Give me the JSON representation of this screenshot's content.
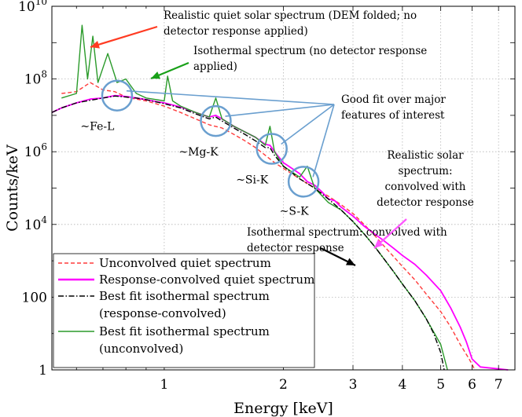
{
  "chart_data": {
    "type": "line",
    "xlabel": "Energy [keV]",
    "ylabel": "Counts/keV",
    "xscale": "log",
    "yscale": "log",
    "xlim": [
      0.52,
      7.7
    ],
    "ylim": [
      1,
      10000000000
    ],
    "grid": true,
    "legend_position": "bottom-left",
    "x_ticks": [
      {
        "value": 1,
        "label": "1"
      },
      {
        "value": 2,
        "label": "2"
      },
      {
        "value": 3,
        "label": "3"
      },
      {
        "value": 4,
        "label": "4"
      },
      {
        "value": 5,
        "label": "5"
      },
      {
        "value": 6,
        "label": "6"
      },
      {
        "value": 7,
        "label": "7"
      }
    ],
    "y_ticks": [
      {
        "value": 1,
        "label": "1"
      },
      {
        "value": 100,
        "label": "100"
      },
      {
        "value": 10000,
        "label": "10",
        "exp": "4"
      },
      {
        "value": 1000000,
        "label": "10",
        "exp": "6"
      },
      {
        "value": 100000000,
        "label": "10",
        "exp": "8"
      },
      {
        "value": 10000000000,
        "label": "10",
        "exp": "10"
      }
    ],
    "series": [
      {
        "name": "Unconvolved quiet spectrum",
        "color": "#ff3b3b",
        "style": "dashed",
        "points": [
          [
            0.55,
            40000000
          ],
          [
            0.6,
            45000000
          ],
          [
            0.65,
            80000000
          ],
          [
            0.7,
            50000000
          ],
          [
            0.75,
            45000000
          ],
          [
            0.8,
            32000000
          ],
          [
            0.85,
            28000000
          ],
          [
            0.9,
            25000000
          ],
          [
            1.0,
            18000000
          ],
          [
            1.1,
            12000000
          ],
          [
            1.2,
            8000000
          ],
          [
            1.3,
            5500000
          ],
          [
            1.4,
            4500000
          ],
          [
            1.5,
            3000000
          ],
          [
            1.6,
            2000000
          ],
          [
            1.7,
            1300000
          ],
          [
            1.8,
            800000
          ],
          [
            1.9,
            500000
          ],
          [
            2.0,
            350000
          ],
          [
            2.2,
            180000
          ],
          [
            2.4,
            100000
          ],
          [
            2.6,
            60000
          ],
          [
            2.8,
            35000
          ],
          [
            3.0,
            20000
          ],
          [
            3.2,
            10000
          ],
          [
            3.4,
            5000
          ],
          [
            3.6,
            2500
          ],
          [
            3.8,
            1300
          ],
          [
            4.0,
            700
          ],
          [
            4.3,
            300
          ],
          [
            4.6,
            120
          ],
          [
            5.0,
            40
          ],
          [
            5.3,
            15
          ],
          [
            5.6,
            5
          ],
          [
            5.9,
            2
          ],
          [
            6.1,
            1
          ]
        ]
      },
      {
        "name": "Response-convolved quiet spectrum",
        "color": "#ff00ff",
        "style": "solid",
        "points": [
          [
            0.52,
            12000000
          ],
          [
            0.55,
            16000000
          ],
          [
            0.6,
            22000000
          ],
          [
            0.65,
            28000000
          ],
          [
            0.7,
            30000000
          ],
          [
            0.75,
            35000000
          ],
          [
            0.8,
            33000000
          ],
          [
            0.85,
            30000000
          ],
          [
            0.9,
            27000000
          ],
          [
            0.95,
            24000000
          ],
          [
            1.0,
            22000000
          ],
          [
            1.1,
            17000000
          ],
          [
            1.2,
            12000000
          ],
          [
            1.3,
            9000000
          ],
          [
            1.35,
            10000000
          ],
          [
            1.4,
            8000000
          ],
          [
            1.5,
            5000000
          ],
          [
            1.6,
            3500000
          ],
          [
            1.7,
            2500000
          ],
          [
            1.8,
            1600000
          ],
          [
            1.85,
            1500000
          ],
          [
            1.9,
            1000000
          ],
          [
            2.0,
            500000
          ],
          [
            2.1,
            350000
          ],
          [
            2.2,
            250000
          ],
          [
            2.3,
            150000
          ],
          [
            2.4,
            120000
          ],
          [
            2.5,
            80000
          ],
          [
            2.6,
            50000
          ],
          [
            2.7,
            45000
          ],
          [
            2.8,
            30000
          ],
          [
            3.0,
            17000
          ],
          [
            3.2,
            9000
          ],
          [
            3.4,
            5500
          ],
          [
            3.6,
            3500
          ],
          [
            3.8,
            2200
          ],
          [
            4.0,
            1400
          ],
          [
            4.3,
            800
          ],
          [
            4.6,
            400
          ],
          [
            5.0,
            150
          ],
          [
            5.3,
            50
          ],
          [
            5.6,
            15
          ],
          [
            5.8,
            6
          ],
          [
            6.0,
            2
          ],
          [
            6.3,
            1.2
          ],
          [
            7.4,
            1
          ]
        ]
      },
      {
        "name": "Best fit isothermal spectrum (response-convolved)",
        "color": "#000000",
        "style": "dashdot",
        "points": [
          [
            0.52,
            12000000
          ],
          [
            0.55,
            16000000
          ],
          [
            0.6,
            22000000
          ],
          [
            0.65,
            26000000
          ],
          [
            0.7,
            30000000
          ],
          [
            0.75,
            34000000
          ],
          [
            0.8,
            32000000
          ],
          [
            0.85,
            30000000
          ],
          [
            0.9,
            27000000
          ],
          [
            1.0,
            21000000
          ],
          [
            1.1,
            16000000
          ],
          [
            1.2,
            11000000
          ],
          [
            1.3,
            8000000
          ],
          [
            1.35,
            9000000
          ],
          [
            1.4,
            7000000
          ],
          [
            1.5,
            4500000
          ],
          [
            1.6,
            3000000
          ],
          [
            1.7,
            2000000
          ],
          [
            1.8,
            1300000
          ],
          [
            1.85,
            1300000
          ],
          [
            1.9,
            800000
          ],
          [
            2.0,
            400000
          ],
          [
            2.2,
            180000
          ],
          [
            2.4,
            100000
          ],
          [
            2.6,
            50000
          ],
          [
            2.8,
            25000
          ],
          [
            3.0,
            12000
          ],
          [
            3.2,
            5500
          ],
          [
            3.4,
            2500
          ],
          [
            3.6,
            1100
          ],
          [
            3.8,
            500
          ],
          [
            4.0,
            230
          ],
          [
            4.3,
            80
          ],
          [
            4.6,
            25
          ],
          [
            4.8,
            10
          ],
          [
            5.0,
            3
          ],
          [
            5.1,
            1
          ]
        ]
      },
      {
        "name": "Best fit isothermal spectrum (unconvolved)",
        "color": "#2a9a2a",
        "style": "solid",
        "points": [
          [
            0.55,
            30000000
          ],
          [
            0.6,
            40000000
          ],
          [
            0.62,
            3000000000
          ],
          [
            0.64,
            100000000
          ],
          [
            0.66,
            1500000000
          ],
          [
            0.68,
            80000000
          ],
          [
            0.72,
            500000000
          ],
          [
            0.76,
            80000000
          ],
          [
            0.8,
            100000000
          ],
          [
            0.85,
            40000000
          ],
          [
            0.9,
            30000000
          ],
          [
            1.0,
            25000000
          ],
          [
            1.02,
            120000000
          ],
          [
            1.05,
            25000000
          ],
          [
            1.1,
            18000000
          ],
          [
            1.2,
            12000000
          ],
          [
            1.3,
            9000000
          ],
          [
            1.35,
            30000000
          ],
          [
            1.4,
            8000000
          ],
          [
            1.5,
            5000000
          ],
          [
            1.6,
            3500000
          ],
          [
            1.7,
            2500000
          ],
          [
            1.8,
            1500000
          ],
          [
            1.85,
            5000000
          ],
          [
            1.9,
            1000000
          ],
          [
            2.0,
            400000
          ],
          [
            2.2,
            200000
          ],
          [
            2.3,
            400000
          ],
          [
            2.4,
            100000
          ],
          [
            2.6,
            40000
          ],
          [
            2.8,
            25000
          ],
          [
            3.0,
            12000
          ],
          [
            3.2,
            5500
          ],
          [
            3.4,
            2500
          ],
          [
            3.6,
            1100
          ],
          [
            3.8,
            500
          ],
          [
            4.0,
            230
          ],
          [
            4.3,
            80
          ],
          [
            4.6,
            25
          ],
          [
            5.0,
            5
          ],
          [
            5.2,
            1
          ]
        ]
      }
    ],
    "legend": [
      {
        "label": "Unconvolved quiet spectrum",
        "color": "#ff3b3b",
        "style": "dashed"
      },
      {
        "label": "Response-convolved quiet spectrum",
        "color": "#ff00ff",
        "style": "solid"
      },
      {
        "label": "Best fit isothermal spectrum",
        "label2": "(response-convolved)",
        "color": "#000000",
        "style": "dashdot"
      },
      {
        "label": "Best fit isothermal spectrum",
        "label2": "(unconvolved)",
        "color": "#2a9a2a",
        "style": "solid"
      }
    ],
    "feature_markers": [
      {
        "name": "fe-l",
        "label": "~Fe-L",
        "energy": 0.76,
        "counts": 35000000
      },
      {
        "name": "mg-k",
        "label": "~Mg-K",
        "energy": 1.35,
        "counts": 7000000
      },
      {
        "name": "si-k",
        "label": "~Si-K",
        "energy": 1.87,
        "counts": 1200000
      },
      {
        "name": "s-k",
        "label": "~S-K",
        "energy": 2.25,
        "counts": 150000
      }
    ],
    "annotations": [
      {
        "name": "dem-quiet",
        "lines": [
          "Realistic quiet solar spectrum (DEM folded; no",
          "detector response applied)"
        ],
        "color": "#ff3b22"
      },
      {
        "name": "isothermal-unconvolved",
        "lines": [
          "Isothermal spectrum (no detector response",
          "applied)"
        ],
        "color": "#18a018"
      },
      {
        "name": "good-fit",
        "lines": [
          "Good fit over major",
          "features of interest"
        ],
        "color": "#6a9fcf"
      },
      {
        "name": "realistic-convolved",
        "lines": [
          "Realistic solar",
          "spectrum:",
          "convolved with",
          "detector response"
        ],
        "color": "#ff55ff"
      },
      {
        "name": "isothermal-convolved",
        "lines": [
          "Isothermal spectrum: convolved with",
          "detector response"
        ],
        "color": "#000000"
      }
    ]
  }
}
